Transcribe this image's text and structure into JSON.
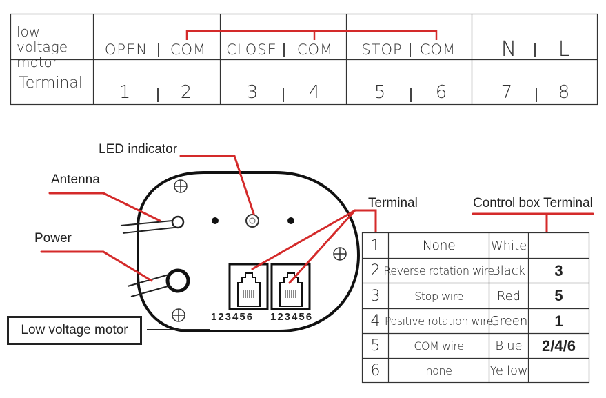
{
  "top_table": {
    "header_row": "low voltage motor",
    "terminal_row": "Terminal",
    "labels": [
      "OPEN",
      "COM",
      "CLOSE",
      "COM",
      "STOP",
      "COM",
      "N",
      "L"
    ],
    "numbers": [
      "1",
      "2",
      "3",
      "4",
      "5",
      "6",
      "7",
      "8"
    ]
  },
  "diagram": {
    "led_label": "LED indicator",
    "antenna_label": "Antenna",
    "power_label": "Power",
    "motor_label": "Low voltage motor",
    "port_pins_left": "123456",
    "port_pins_right": "123456",
    "terminal_label": "Terminal",
    "control_box_label": "Control box Terminal"
  },
  "wire_table": {
    "rows": [
      {
        "num": "1",
        "name": "None",
        "color": "White",
        "box": ""
      },
      {
        "num": "2",
        "name": "Reverse rotation wire",
        "color": "Black",
        "box": "3"
      },
      {
        "num": "3",
        "name": "Stop wire",
        "color": "Red",
        "box": "5"
      },
      {
        "num": "4",
        "name": "Positive rotation wire",
        "color": "Green",
        "box": "1"
      },
      {
        "num": "5",
        "name": "COM wire",
        "color": "Blue",
        "box": "2/4/6"
      },
      {
        "num": "6",
        "name": "none",
        "color": "Yellow",
        "box": ""
      }
    ]
  },
  "colors": {
    "accent_red": "#d42a2a",
    "line": "#333333"
  }
}
